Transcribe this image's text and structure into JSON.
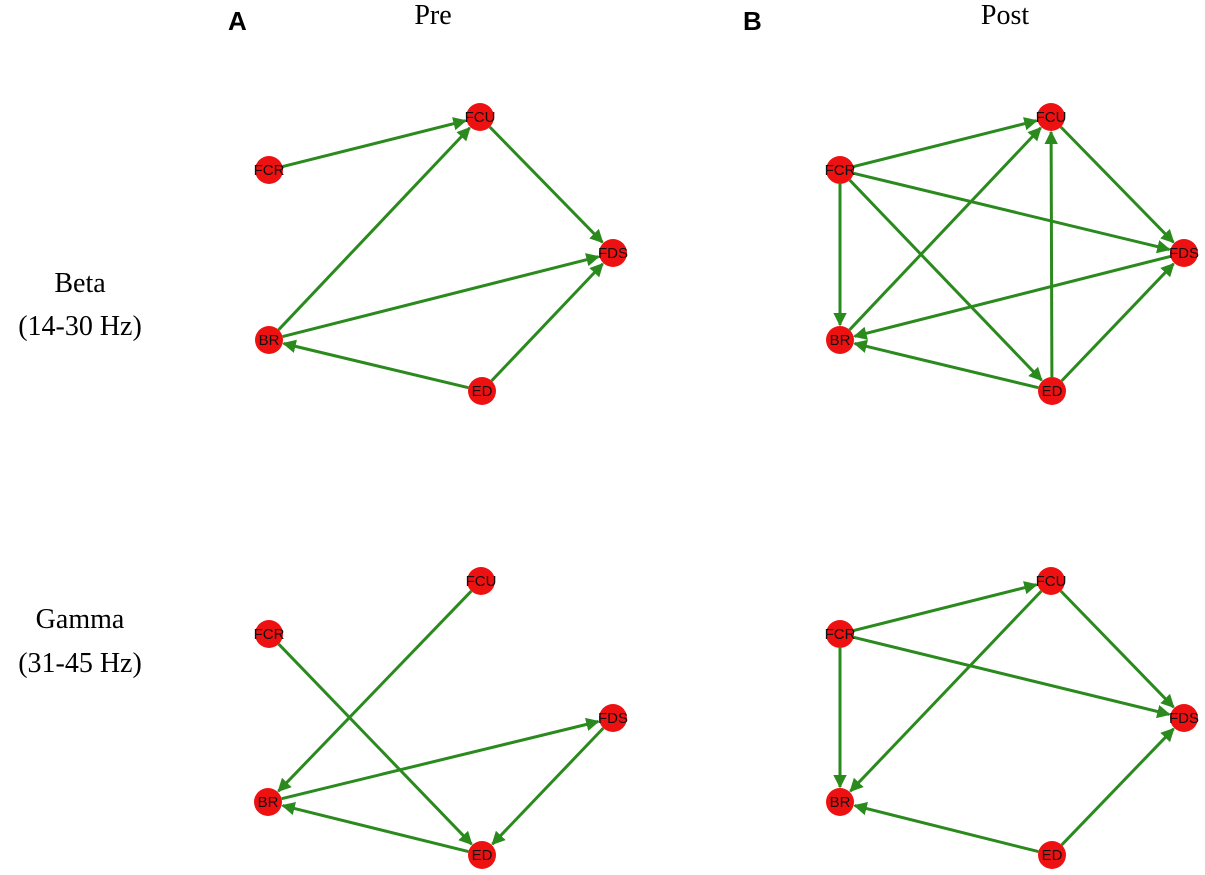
{
  "panels": [
    {
      "letter": "A",
      "title": "Pre"
    },
    {
      "letter": "B",
      "title": "Post"
    }
  ],
  "rows": [
    {
      "label_line1": "Beta",
      "label_line2": "(14-30 Hz)"
    },
    {
      "label_line1": "Gamma",
      "label_line2": "(31-45 Hz)"
    }
  ],
  "node_color": "#ee1111",
  "edge_color": "#2a8a1e",
  "nodes": [
    "FCU",
    "FCR",
    "FDS",
    "BR",
    "ED"
  ],
  "networks": [
    {
      "panel": "Pre",
      "band": "Beta",
      "edges": [
        [
          "FCR",
          "FCU"
        ],
        [
          "FCU",
          "FDS"
        ],
        [
          "BR",
          "FCU"
        ],
        [
          "BR",
          "FDS"
        ],
        [
          "ED",
          "FDS"
        ],
        [
          "ED",
          "BR"
        ]
      ]
    },
    {
      "panel": "Post",
      "band": "Beta",
      "edges": [
        [
          "FCR",
          "FCU"
        ],
        [
          "FCU",
          "FDS"
        ],
        [
          "FCR",
          "FDS"
        ],
        [
          "FCR",
          "BR"
        ],
        [
          "FCR",
          "ED"
        ],
        [
          "BR",
          "FCU"
        ],
        [
          "ED",
          "FCU"
        ],
        [
          "FDS",
          "BR"
        ],
        [
          "ED",
          "BR"
        ],
        [
          "ED",
          "FDS"
        ]
      ]
    },
    {
      "panel": "Pre",
      "band": "Gamma",
      "edges": [
        [
          "FCU",
          "BR"
        ],
        [
          "FCR",
          "ED"
        ],
        [
          "BR",
          "FDS"
        ],
        [
          "FDS",
          "ED"
        ],
        [
          "ED",
          "BR"
        ]
      ]
    },
    {
      "panel": "Post",
      "band": "Gamma",
      "edges": [
        [
          "FCR",
          "FCU"
        ],
        [
          "FCU",
          "FDS"
        ],
        [
          "FCR",
          "FDS"
        ],
        [
          "FCR",
          "BR"
        ],
        [
          "FCU",
          "BR"
        ],
        [
          "ED",
          "FDS"
        ],
        [
          "ED",
          "BR"
        ]
      ]
    }
  ]
}
